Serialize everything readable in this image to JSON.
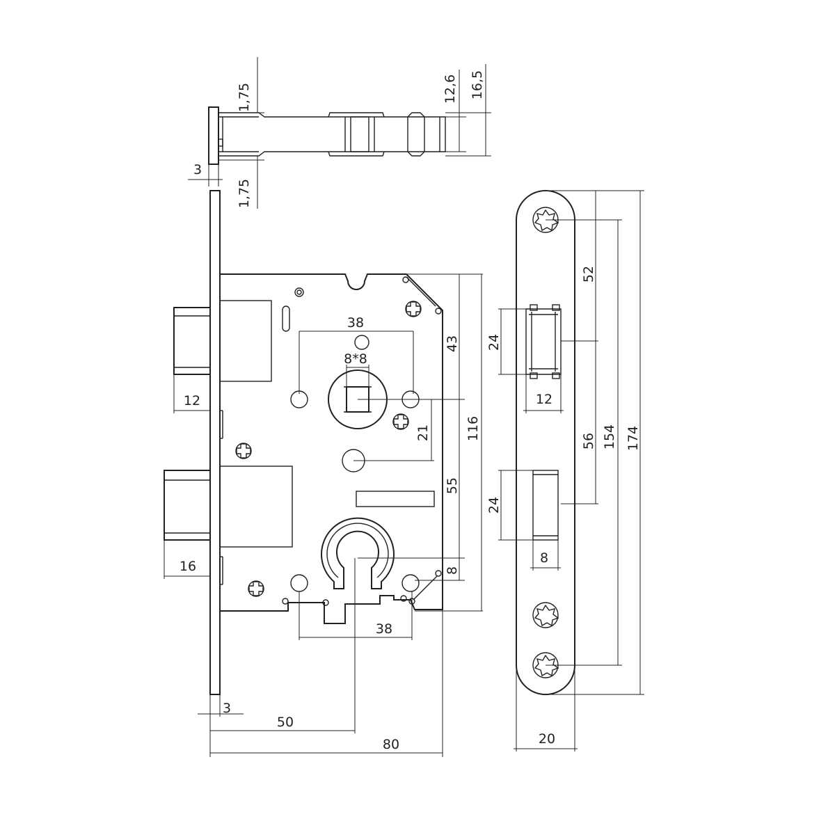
{
  "dimensions": {
    "top_view": {
      "side_top": "1,75",
      "side_bottom": "1,75",
      "plate": "3",
      "case_thickness": "12,6",
      "total_thickness": "16,5"
    },
    "lock_body": {
      "latch_projection": "12",
      "deadbolt_projection": "16",
      "follower_spacing": "38",
      "follower_square": "8*8",
      "height_to_follower": "43",
      "follower_to_aux": "21",
      "follower_to_cylinder": "55",
      "case_height": "116",
      "cylinder_offset": "8",
      "cylinder_hole_spacing": "38",
      "faceplate": "3",
      "backset": "50",
      "case_depth": "80"
    },
    "strike_plate": {
      "latch_opening_height": "24",
      "latch_opening_depth": "12",
      "bolt_opening_height": "24",
      "bolt_opening_depth": "8",
      "top_to_latch": "52",
      "latch_to_bolt": "56",
      "screw_spacing": "154",
      "plate_length": "174",
      "plate_width": "20"
    }
  }
}
